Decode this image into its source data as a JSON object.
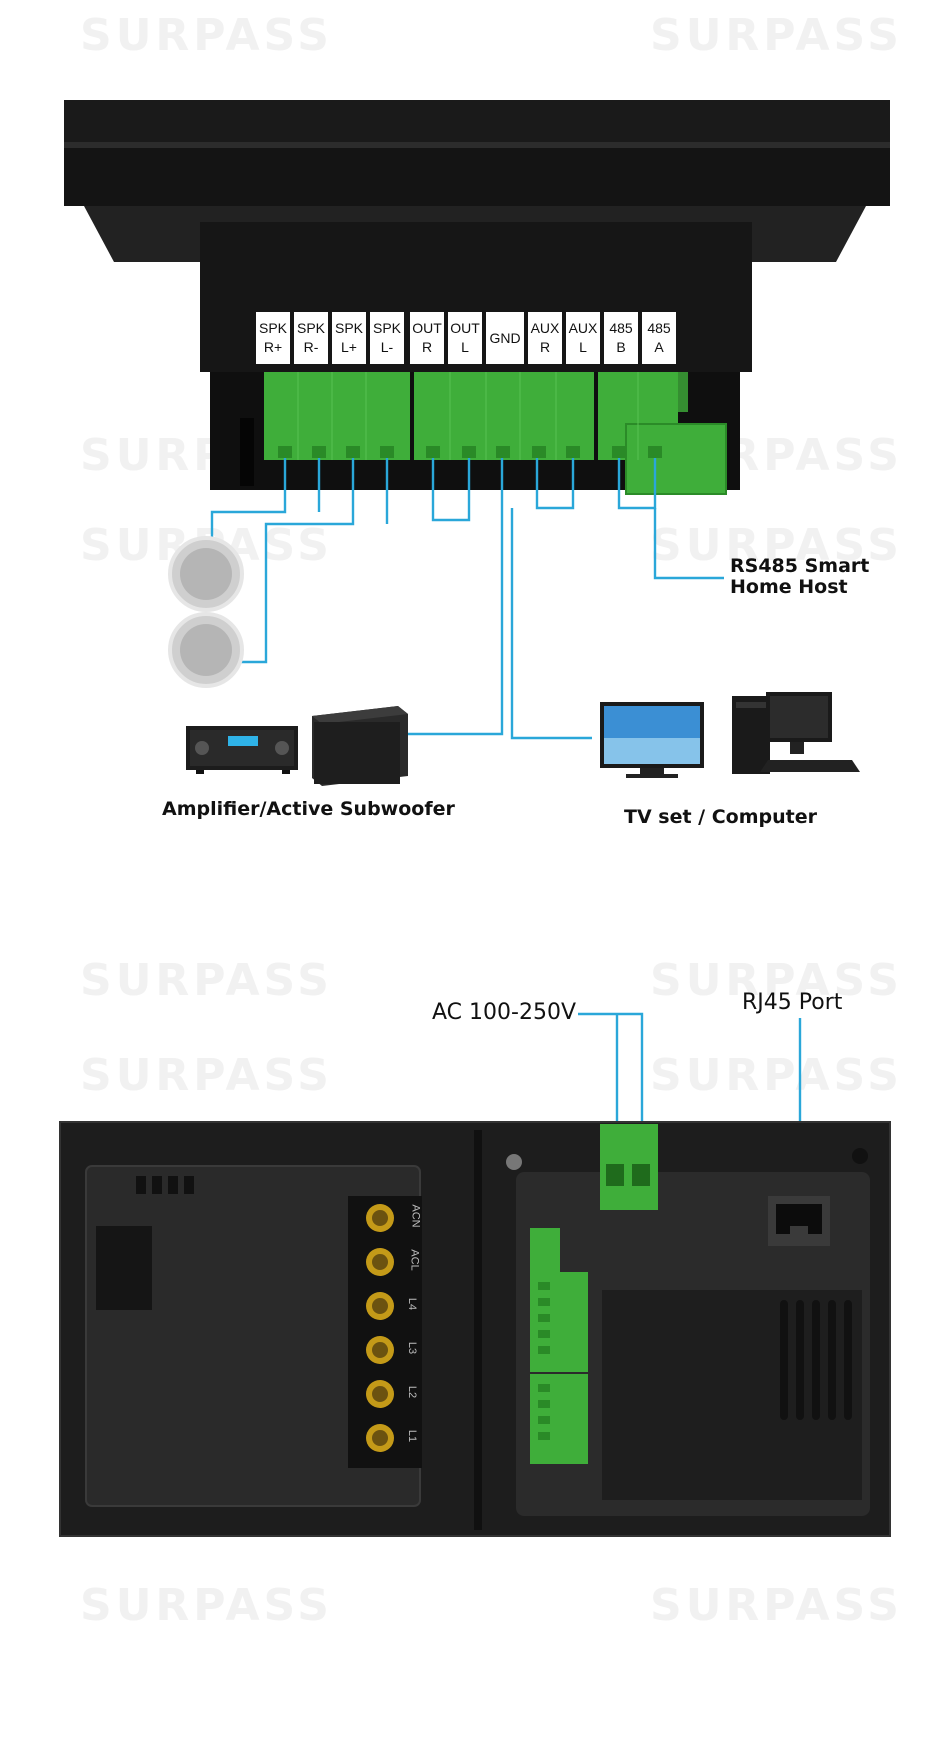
{
  "watermark": "SURPASS",
  "terminals": [
    {
      "line1": "SPK",
      "line2": "R+"
    },
    {
      "line1": "SPK",
      "line2": "R-"
    },
    {
      "line1": "SPK",
      "line2": "L+"
    },
    {
      "line1": "SPK",
      "line2": "L-"
    },
    {
      "line1": "OUT",
      "line2": "R"
    },
    {
      "line1": "OUT",
      "line2": "L"
    },
    {
      "line1": "GND",
      "line2": ""
    },
    {
      "line1": "AUX",
      "line2": "R"
    },
    {
      "line1": "AUX",
      "line2": "L"
    },
    {
      "line1": "485",
      "line2": "B"
    },
    {
      "line1": "485",
      "line2": "A"
    }
  ],
  "callouts": {
    "rs485_line1": "RS485 Smart",
    "rs485_line2": "Home Host",
    "amplifier": "Amplifier/Active Subwoofer",
    "tv_computer": "TV set / Computer",
    "ac": "AC 100-250V",
    "rj45": "RJ45 Port"
  },
  "relay_terminals": [
    "ACN",
    "ACL",
    "L4",
    "L3",
    "L2",
    "L1"
  ],
  "colors": {
    "wire": "#2aa7d9",
    "terminal_green": "#3fae3a",
    "device_body": "#1b1b1b"
  }
}
